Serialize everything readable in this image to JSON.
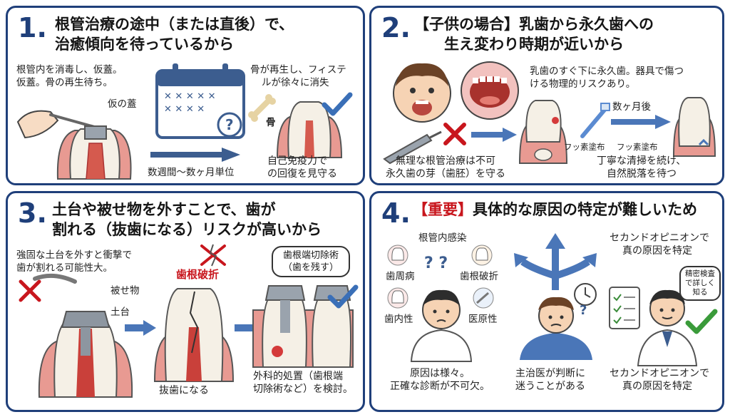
{
  "panel1": {
    "num": "1.",
    "title_line1": "根管治療の途中（または直後）で、",
    "title_line2": "治癒傾向を待っているから",
    "left_text_1": "根管内を消毒し、仮蓋。",
    "left_text_2": "仮蓋。骨の再生待ち。",
    "temp_cap": "仮の蓋",
    "calendar_caption": "数週間〜数ヶ月単位",
    "bone_label": "骨",
    "right_text_1": "骨が再生し、フィステ",
    "right_text_2": "ルが徐々に消失",
    "bottom_right_1": "自己免疫力で",
    "bottom_right_2": "の回復を見守る"
  },
  "panel2": {
    "num": "2.",
    "title_line1": "【子供の場合】乳歯から永久歯への",
    "title_line2": "生え変わり時期が近いから",
    "right_text_1": "乳歯のすぐ下に永久歯。器具で傷つ",
    "right_text_2": "ける物理的リスクあり。",
    "months_later": "数ヶ月後",
    "fluoride_1": "フッ素塗布",
    "fluoride_2": "フッ素塗布",
    "bottom_left_1": "無理な根管治療は不可",
    "bottom_left_2": "永久歯の芽（歯胚）を守る",
    "bottom_right_1": "丁寧な清掃を続け、",
    "bottom_right_2": "自然脱落を待つ"
  },
  "panel3": {
    "num": "3.",
    "title_line1": "土台や被せ物を外すことで、歯が",
    "title_line2": "割れる（抜歯になる）リスクが高いから",
    "left_text_1": "強固な土台を外すと衝撃で",
    "left_text_2": "歯が割れる可能性大。",
    "crown_label": "被せ物",
    "post_label": "土台",
    "fracture_label": "歯根破折",
    "extraction_label": "抜歯になる",
    "apicoectomy_1": "歯根端切除術",
    "apicoectomy_2": "（歯を残す）",
    "surgery_1": "外科的処置（歯根端",
    "surgery_2": "切除術など）を検討。"
  },
  "panel4": {
    "num": "4.",
    "title_red": "【重要】",
    "title_rest": "具体的な原因の特定が難しいため",
    "infection": "根管内感染",
    "perio": "歯周病",
    "fracture": "歯根破折",
    "endo_perio": "歯内性",
    "iatrogenic": "医原性",
    "left_bottom_1": "原因は様々。",
    "left_bottom_2": "正確な診断が不可欠。",
    "mid_bottom_1": "主治医が判断に",
    "mid_bottom_2": "迷うことがある",
    "right_top_1": "セカンドオピニオンで",
    "right_top_2": "真の原因を特定",
    "doctor_bubble_1": "精密検査",
    "doctor_bubble_2": "で詳しく",
    "doctor_bubble_3": "知る",
    "right_bottom_1": "セカンドオピニオンで",
    "right_bottom_2": "真の原因を特定"
  },
  "colors": {
    "border": "#1f3f7a",
    "accent_red": "#c8161d",
    "arrow_blue": "#4a76b8",
    "check_blue": "#3a6fb7",
    "gum": "#d98a8a",
    "tooth": "#f4efe6"
  }
}
